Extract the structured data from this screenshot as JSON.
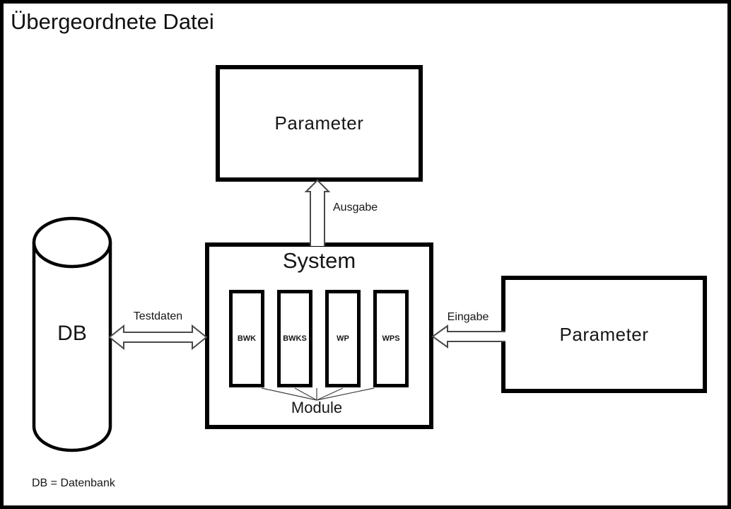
{
  "diagram": {
    "title": "Übergeordnete Datei",
    "legend": "DB = Datenbank",
    "nodes": {
      "parameter_top": {
        "label": "Parameter"
      },
      "parameter_right": {
        "label": "Parameter"
      },
      "system": {
        "label": "System",
        "modules": [
          {
            "label": "BWK"
          },
          {
            "label": "BWKS"
          },
          {
            "label": "WP"
          },
          {
            "label": "WPS"
          }
        ],
        "modules_caption": "Module"
      },
      "db": {
        "label": "DB"
      }
    },
    "edges": {
      "ausgabe": {
        "label": "Ausgabe",
        "direction": "system-to-parameter-top"
      },
      "testdaten": {
        "label": "Testdaten",
        "direction": "bidirectional-db-system"
      },
      "eingabe": {
        "label": "Eingabe",
        "direction": "parameter-right-to-system"
      }
    },
    "colors": {
      "background": "#ffffff",
      "box_border": "#000000",
      "arrow_outline": "#4a4a4a",
      "text": "#161616"
    }
  }
}
